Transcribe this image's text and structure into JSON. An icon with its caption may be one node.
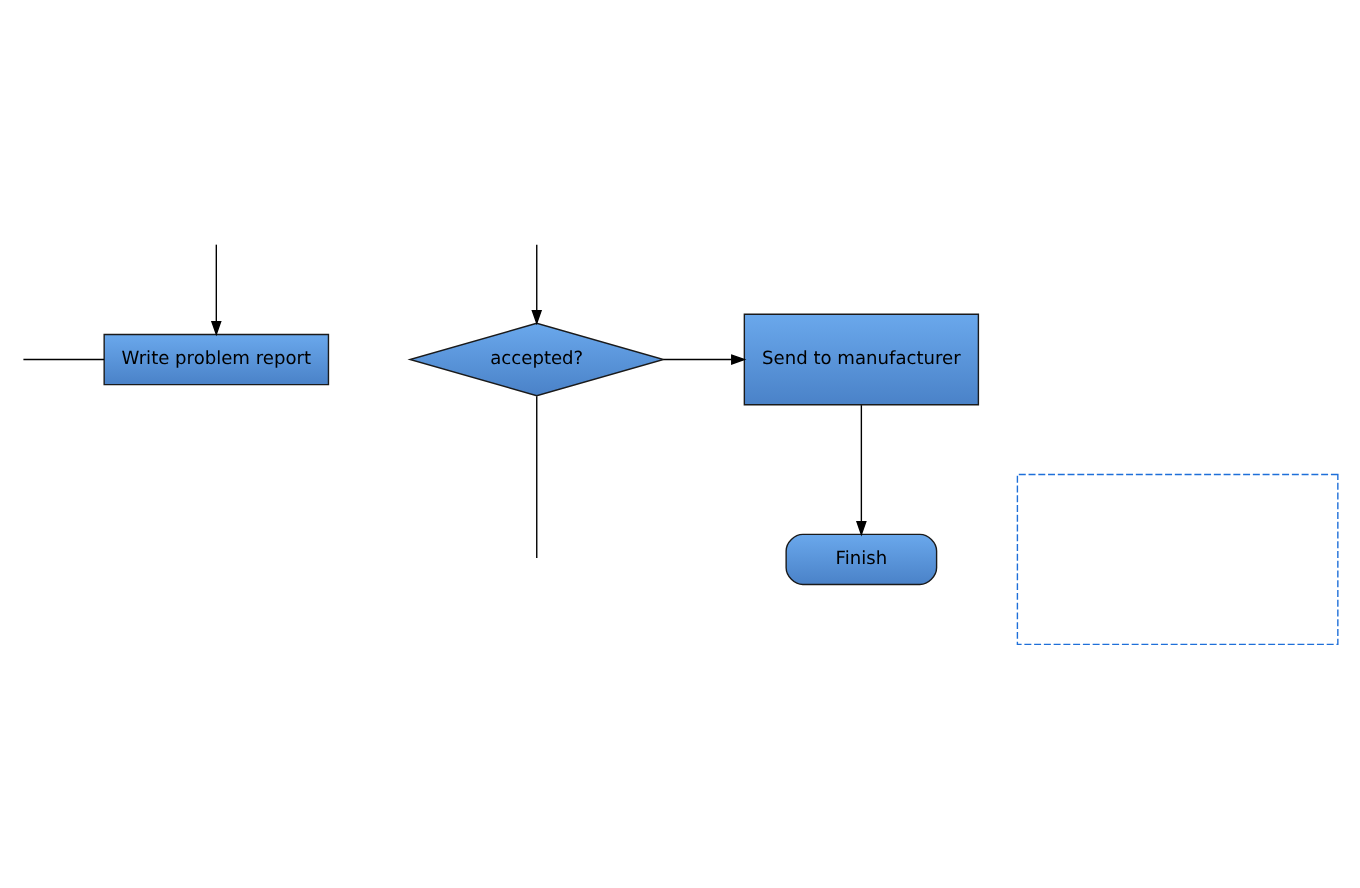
{
  "diagram": {
    "nodes": [
      {
        "text": [
          "Write problem report"
        ]
      },
      {
        "text": [
          "accepted?"
        ]
      },
      {
        "text": [
          "Send to manufacturer"
        ]
      },
      {
        "text": [
          "Finish"
        ]
      },
      {
        "text": [],
        "shape": "box"
      }
    ],
    "edges": [
      {
        "from": null,
        "to": 0,
        "arrow": "none"
      },
      {
        "from": null,
        "to": 0,
        "arrow": "to"
      },
      {
        "from": 1,
        "to": null,
        "arrow": "none"
      },
      {
        "from": null,
        "to": 1,
        "arrow": "to"
      },
      {
        "from": 1,
        "to": 2,
        "arrow": "to"
      },
      {
        "from": 2,
        "to": 3,
        "arrow": "to"
      }
    ]
  }
}
